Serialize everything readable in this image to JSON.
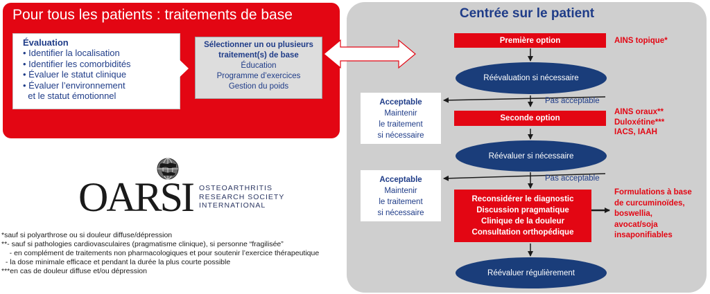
{
  "left_panel": {
    "title": "Pour tous les patients : traitements de base",
    "evaluation": {
      "title": "Évaluation",
      "items": [
        "• Identifier la localisation",
        "• Identifier les comorbidités",
        "• Évaluer le statut clinique",
        "• Évaluer l’environnement",
        "  et le statut émotionnel"
      ]
    },
    "selection": {
      "title_lines": [
        "Sélectionner un ou plusieurs",
        "traitement(s) de base"
      ],
      "items": [
        "Éducation",
        "Programme d’exercices",
        "Gestion du poids"
      ]
    }
  },
  "right_panel": {
    "title": "Centrée sur le patient",
    "first_option": "Première option",
    "first_option_note": "AINS topique*",
    "reeval_1": "Réévaluation si nécessaire",
    "acceptable_1": {
      "title": "Acceptable",
      "lines": [
        "Maintenir",
        "le traitement",
        "si nécessaire"
      ]
    },
    "not_acceptable_1": "Pas acceptable",
    "second_option": "Seconde option",
    "second_option_notes": [
      "AINS oraux**",
      "Duloxétine***",
      "IACS, IAAH"
    ],
    "reeval_2": "Réévaluer si nécessaire",
    "acceptable_2": {
      "title": "Acceptable",
      "lines": [
        "Maintenir",
        "le traitement",
        "si nécessaire"
      ]
    },
    "not_acceptable_2": "Pas acceptable",
    "reconsider": [
      "Reconsidérer le diagnostic",
      "Discussion pragmatique",
      "Clinique de la douleur",
      "Consultation orthopédique"
    ],
    "formulations": [
      "Formulations à base",
      "de curcuminoïdes,",
      "boswellia,",
      "avocat/soja",
      "insaponifiables"
    ],
    "reeval_3": "Réévaluer régulièrement"
  },
  "logo": {
    "letters": "OARSI",
    "lines": [
      "OSTEOARTHRITIS",
      "RESEARCH SOCIETY",
      "INTERNATIONAL"
    ]
  },
  "footnotes": [
    "*sauf si polyarthrose ou si douleur diffuse/dépression",
    "**- sauf si pathologies cardiovasculaires (pragmatisme clinique), si personne “fragilisée”",
    "    - en complément de traitements non pharmacologiques et pour soutenir l’exercice thérapeutique",
    "  - la dose minimale efficace et pendant la durée la plus courte possible",
    "***en cas de douleur diffuse et/ou dépression"
  ],
  "colors": {
    "red": "#e30613",
    "navy": "#1a3d7a",
    "text_blue": "#1f3c88",
    "grey": "#cfcfcf"
  }
}
